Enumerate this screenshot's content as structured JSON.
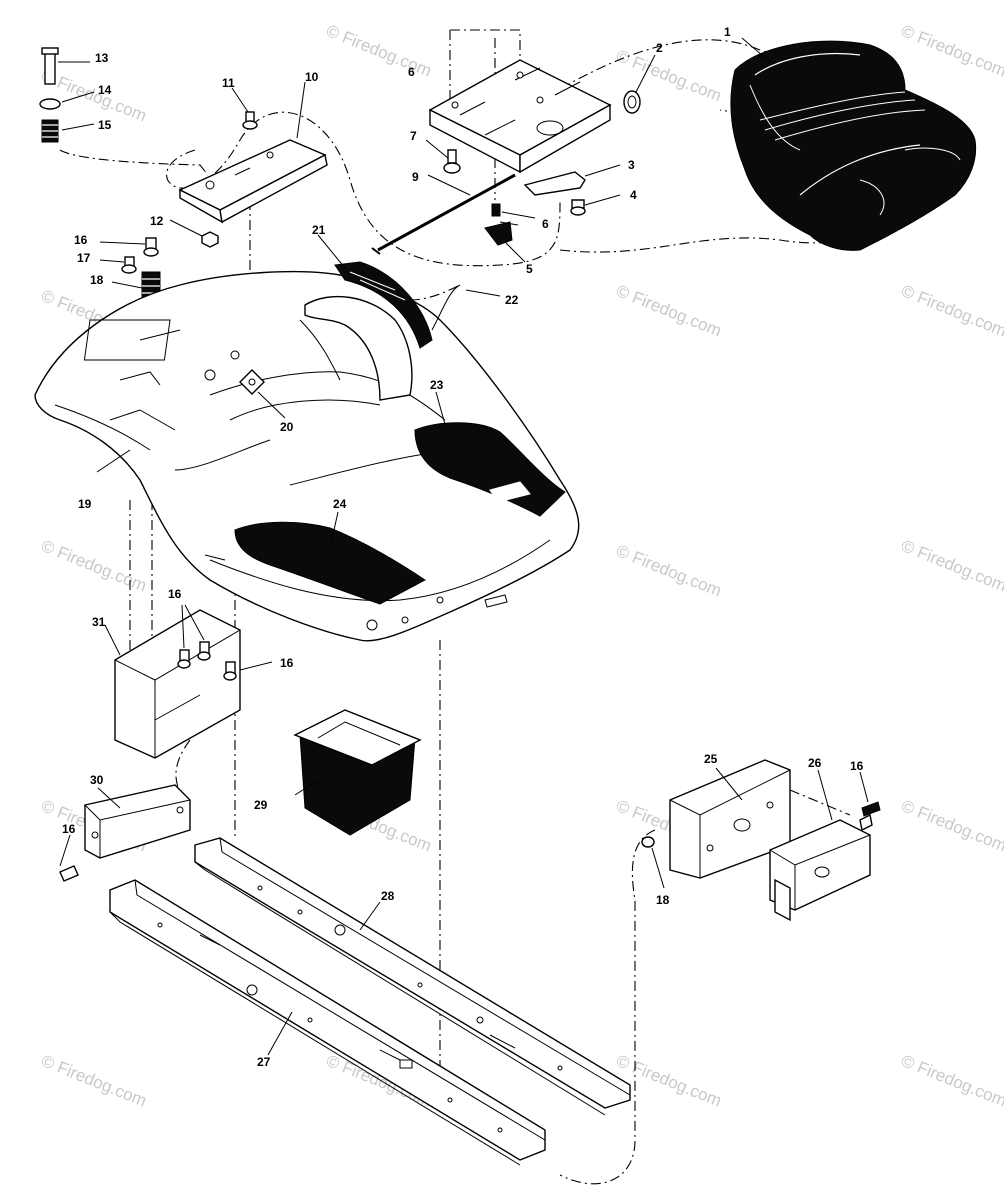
{
  "watermark": "© Firedog.com",
  "callouts": [
    {
      "id": "c1",
      "label": "1"
    },
    {
      "id": "c2",
      "label": "2"
    },
    {
      "id": "c3",
      "label": "3"
    },
    {
      "id": "c4",
      "label": "4"
    },
    {
      "id": "c5",
      "label": "5"
    },
    {
      "id": "c6a",
      "label": "6"
    },
    {
      "id": "c6b",
      "label": "6"
    },
    {
      "id": "c7",
      "label": "7"
    },
    {
      "id": "c9",
      "label": "9"
    },
    {
      "id": "c10",
      "label": "10"
    },
    {
      "id": "c11",
      "label": "11"
    },
    {
      "id": "c12",
      "label": "12"
    },
    {
      "id": "c13",
      "label": "13"
    },
    {
      "id": "c14",
      "label": "14"
    },
    {
      "id": "c15",
      "label": "15"
    },
    {
      "id": "c16a",
      "label": "16"
    },
    {
      "id": "c17",
      "label": "17"
    },
    {
      "id": "c18a",
      "label": "18"
    },
    {
      "id": "c19",
      "label": "19"
    },
    {
      "id": "c20",
      "label": "20"
    },
    {
      "id": "c21",
      "label": "21"
    },
    {
      "id": "c22",
      "label": "22"
    },
    {
      "id": "c23",
      "label": "23"
    },
    {
      "id": "c24",
      "label": "24"
    },
    {
      "id": "c25",
      "label": "25"
    },
    {
      "id": "c26",
      "label": "26"
    },
    {
      "id": "c27",
      "label": "27"
    },
    {
      "id": "c28",
      "label": "28"
    },
    {
      "id": "c29",
      "label": "29"
    },
    {
      "id": "c30",
      "label": "30"
    },
    {
      "id": "c31",
      "label": "31"
    },
    {
      "id": "c16b",
      "label": "16"
    },
    {
      "id": "c16c",
      "label": "16"
    },
    {
      "id": "c16d",
      "label": "16"
    },
    {
      "id": "c16e",
      "label": "16"
    },
    {
      "id": "c18b",
      "label": "18"
    }
  ]
}
